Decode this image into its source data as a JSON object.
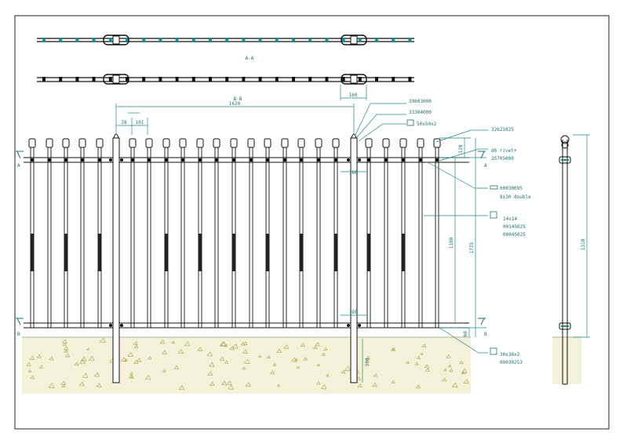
{
  "views": {
    "section_aa": "A-A",
    "section_bb": "B-B",
    "marker_a": "A",
    "marker_b": "B"
  },
  "dimensions": {
    "bay_width": "1620",
    "bar_spacing": "101",
    "end_gap": "28",
    "plan_post_width": "160",
    "post_band_width_top": "160",
    "post_band_width_bottom": "160",
    "top_offset": "120",
    "rail_height": "1100",
    "overall_height": "1725",
    "base_offset": "60",
    "embed_depth": "300",
    "side_height": "1310"
  },
  "callouts": {
    "post_cap": "39603000",
    "post_profile_code": "33304000",
    "post_section": "50x50x2",
    "spear_top": "32621025",
    "rivet": "d6 rivet+",
    "rivet_code": "25705000",
    "rail_code": "00030095",
    "rail_size": "8x30 double",
    "bar_section": "14x14",
    "bar_code_1": "00145025",
    "bar_code_2": "00045025",
    "foot_section": "30x30x2",
    "foot_code": "00030253"
  },
  "colors": {
    "line": "#111111",
    "dimension": "#1f8a8a",
    "ground": "#f3f1d8",
    "gravel": "#a8a24a"
  }
}
